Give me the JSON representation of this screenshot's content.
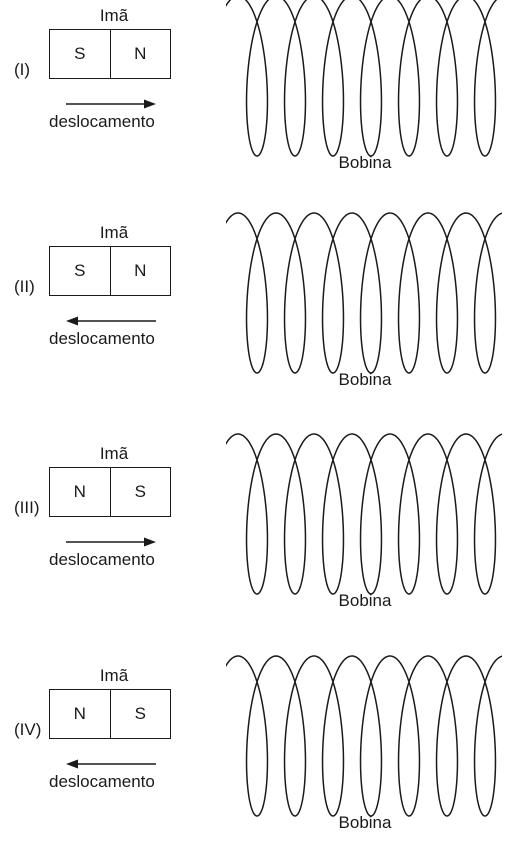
{
  "panels": [
    {
      "roman": "(I)",
      "magnet_label": "Imã",
      "left_pole": "S",
      "right_pole": "N",
      "displacement_label": "deslocamento",
      "direction": "right",
      "coil_label": "Bobina"
    },
    {
      "roman": "(II)",
      "magnet_label": "Imã",
      "left_pole": "S",
      "right_pole": "N",
      "displacement_label": "deslocamento",
      "direction": "left",
      "coil_label": "Bobina"
    },
    {
      "roman": "(III)",
      "magnet_label": "Imã",
      "left_pole": "N",
      "right_pole": "S",
      "displacement_label": "deslocamento",
      "direction": "right",
      "coil_label": "Bobina"
    },
    {
      "roman": "(IV)",
      "magnet_label": "Imã",
      "left_pole": "N",
      "right_pole": "S",
      "displacement_label": "deslocamento",
      "direction": "left",
      "coil_label": "Bobina"
    }
  ]
}
